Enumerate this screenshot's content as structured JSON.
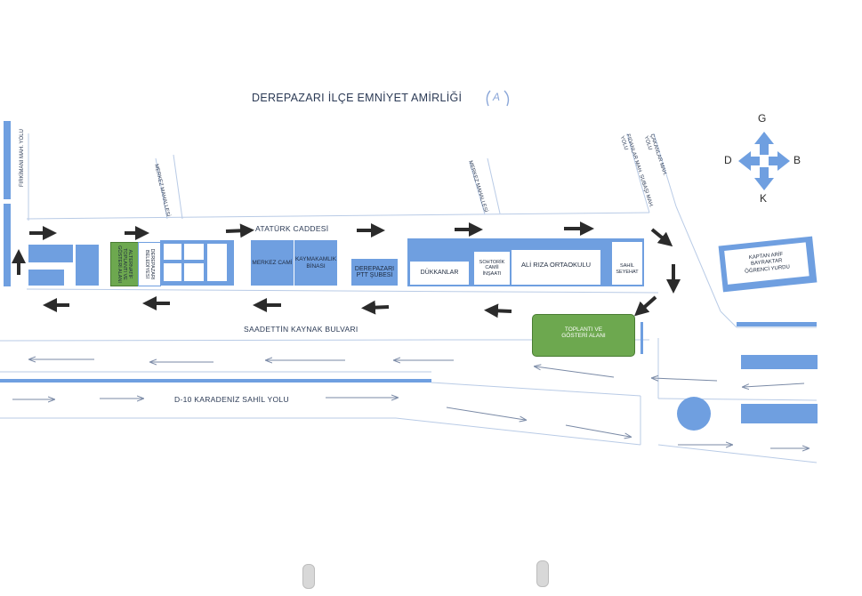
{
  "title": "DEREPAZARI İLÇE EMNİYET AMİRLİĞİ",
  "title_mark": "A",
  "compass": {
    "north": "G",
    "south": "K",
    "east": "B",
    "west": "D"
  },
  "roads": {
    "ataturk": "ATATÜRK CADDESİ",
    "saadettin": "SAADETTİN KAYNAK BULVARI",
    "d10": "D-10 KARADENİZ SAHİL YOLU",
    "firkimani": "FIRKİMANI MAH. YOLU",
    "merkez_left": "MERKEZ MAHALLESİ",
    "merkez_right": "MERKEZ MAHALLESİ",
    "fidanlar": "FIDANLAR MAH. SUBAŞI MAH.\nYOLU",
    "cakanlar": "ÇAKANLAR MAH.\nYOLU"
  },
  "buildings": {
    "alternatif": "ALTERNATİF\nTOPLANTI VE\nGÖSTERİ ALANI",
    "belediye": "DEREPAZARI\nBELEDİYESİ",
    "merkez_cami": "MERKEZ CAMİ",
    "kaymakamlik": "KAYMAKAMLIK\nBİNASI",
    "ptt": "DEREPAZARI\nPTT ŞUBESİ",
    "dukkanlar": "DÜKKANLAR",
    "sohtorik": "SOHTORİK\nCAMİİ\nİNŞAATI",
    "ali_riza": "ALİ RIZA ORTAOKULU",
    "sahil": "SAHİL\nSEYEHAT",
    "kaptan": "KAPTAN ARİF\nBAYRAKTAR\nÖĞRENCİ YURDU",
    "toplanti": "TOPLANTI VE\nGÖSTERİ ALANI"
  },
  "colors": {
    "building": "#6f9fe0",
    "arrow_dark": "#2b2b2b",
    "green": "#6da84f",
    "road_line": "#b9cbe6"
  }
}
